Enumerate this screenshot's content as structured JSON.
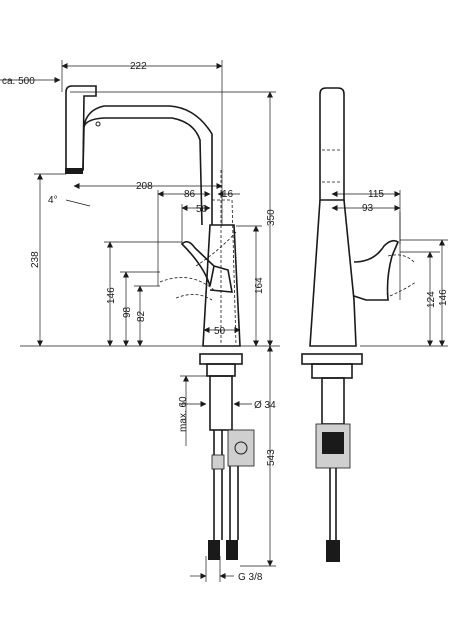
{
  "dimensions": {
    "reach_extended": "ca. 500",
    "reach": "222",
    "spout_to_body": "208",
    "handle_offset": "86",
    "handle_gap": "16",
    "handle_center": "56",
    "body_diameter": "50",
    "tilt_angle": "4°",
    "spout_height": "238",
    "overall_height": "350",
    "body_height": "164",
    "handle_top_height": "146",
    "handle_mid_height": "98",
    "handle_low_height": "82",
    "max_deck_thickness": "max. 60",
    "hole_diameter": "Ø 34",
    "hose_length": "543",
    "connection_thread": "G 3/8",
    "side_handle_reach": "115",
    "side_handle_offset": "93",
    "side_handle_low": "124",
    "side_handle_high": "146"
  }
}
